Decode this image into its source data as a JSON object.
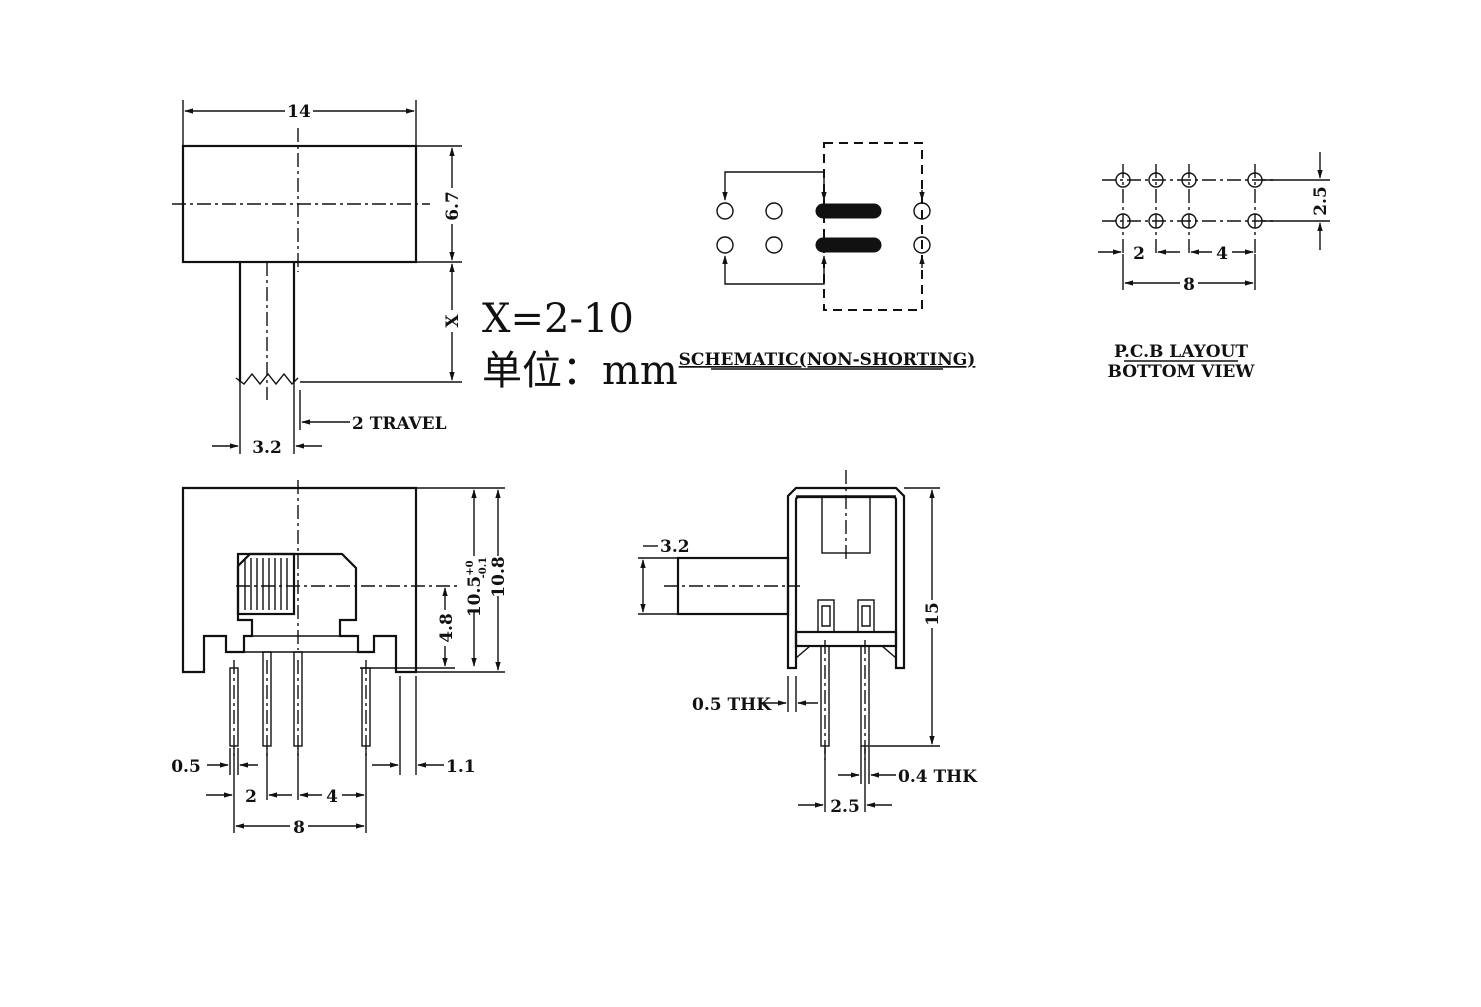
{
  "top_view": {
    "width_label": "14",
    "height_label": "6.7",
    "actuator_label": "X",
    "actuator_width_label": "3.2",
    "travel_label": "2 TRAVEL"
  },
  "note": {
    "x_range": "X=2-10",
    "unit": "单位：mm"
  },
  "schematic": {
    "caption": "SCHEMATIC(NON-SHORTING)"
  },
  "pcb_layout": {
    "caption_line1": "P.C.B LAYOUT",
    "caption_line2": "BOTTOM VIEW",
    "row_pitch": "2.5",
    "pitch_2": "2",
    "pitch_4": "4",
    "span_8": "8"
  },
  "front_view": {
    "height_a": "10.5",
    "tol_plus": "+0",
    "tol_minus": "-0.1",
    "height_b": "10.8",
    "knob_height": "4.8",
    "pin_thk": "0.5",
    "side_offset": "1.1",
    "pitch_2": "2",
    "pitch_4": "4",
    "span_8": "8"
  },
  "side_view": {
    "actuator_label": "3.2",
    "height_label": "15",
    "frame_thk": "0.5 THK",
    "pin_thk": "0.4 THK",
    "pin_pitch": "2.5"
  }
}
